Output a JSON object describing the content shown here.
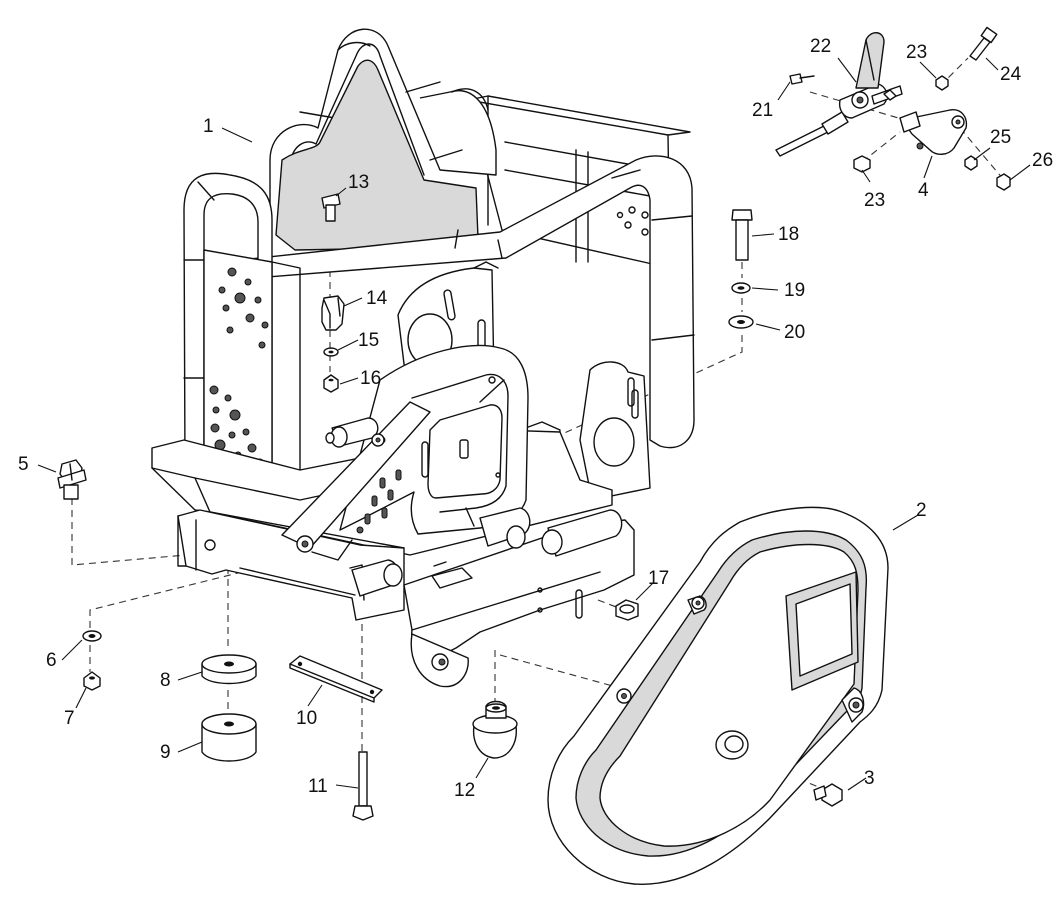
{
  "diagram": {
    "callouts": [
      {
        "id": "c1",
        "label": "1"
      },
      {
        "id": "c2",
        "label": "2"
      },
      {
        "id": "c3",
        "label": "3"
      },
      {
        "id": "c4",
        "label": "4"
      },
      {
        "id": "c5",
        "label": "5"
      },
      {
        "id": "c6",
        "label": "6"
      },
      {
        "id": "c7",
        "label": "7"
      },
      {
        "id": "c8",
        "label": "8"
      },
      {
        "id": "c9",
        "label": "9"
      },
      {
        "id": "c10",
        "label": "10"
      },
      {
        "id": "c11",
        "label": "11"
      },
      {
        "id": "c12",
        "label": "12"
      },
      {
        "id": "c13",
        "label": "13"
      },
      {
        "id": "c14",
        "label": "14"
      },
      {
        "id": "c15",
        "label": "15"
      },
      {
        "id": "c16",
        "label": "16"
      },
      {
        "id": "c17",
        "label": "17"
      },
      {
        "id": "c18",
        "label": "18"
      },
      {
        "id": "c19",
        "label": "19"
      },
      {
        "id": "c20",
        "label": "20"
      },
      {
        "id": "c21",
        "label": "21"
      },
      {
        "id": "c22",
        "label": "22"
      },
      {
        "id": "c23a",
        "label": "23"
      },
      {
        "id": "c23b",
        "label": "23"
      },
      {
        "id": "c24",
        "label": "24"
      },
      {
        "id": "c25",
        "label": "25"
      },
      {
        "id": "c26",
        "label": "26"
      }
    ]
  }
}
